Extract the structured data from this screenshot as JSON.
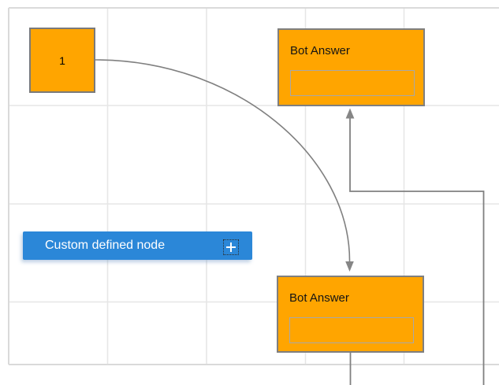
{
  "canvas": {
    "background": "#ffffff",
    "grid_line_color": "#e2e2e2",
    "grid_border_color": "#dadada",
    "edge_color": "#808080"
  },
  "nodes": {
    "start": {
      "label": "1",
      "fill": "#ffa500",
      "border": "#7a7a7a"
    },
    "bot_answer_top": {
      "title": "Bot Answer",
      "field_value": "",
      "fill": "#ffa500",
      "border": "#7f7f7f"
    },
    "bot_answer_bottom": {
      "title": "Bot Answer",
      "field_value": "",
      "fill": "#ffa500",
      "border": "#7f7f7f"
    },
    "custom": {
      "label": "Custom defined node",
      "fill": "#2b87d8",
      "text_color": "#ffffff",
      "add_icon": "plus-icon"
    }
  },
  "edges": {
    "curve_from_start_to_bottom_bot": {
      "arrow": "down"
    },
    "loop_to_top_bot": {
      "arrow": "up"
    },
    "bottom_bot_outgoing_stub": {
      "arrow": "none"
    }
  }
}
